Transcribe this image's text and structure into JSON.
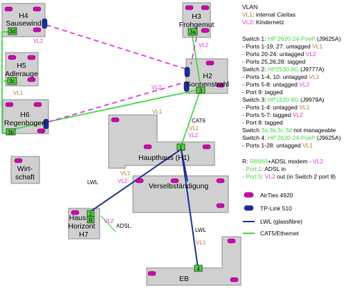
{
  "colors": {
    "building_fill": "#d0d0d0",
    "building_stroke": "#8a8a8a",
    "switch_green": "#4cd93a",
    "vl1": "#b07a28",
    "vl2": "#e033e0",
    "airties": "#d600b4",
    "tplink": "#1a2f9c",
    "lwl": "#1a2f9c",
    "cat5": "#3fd93f"
  },
  "buildings": {
    "h4": {
      "name": "H4",
      "sub": "Sausewind"
    },
    "h3": {
      "name": "H3",
      "sub": "Frohgemut"
    },
    "h5": {
      "name": "H5",
      "sub": "Adlerauge"
    },
    "h2": {
      "name": "H2",
      "sub": "Sonnenstrahl"
    },
    "h6": {
      "name": "H6",
      "sub": "Regenbogen"
    },
    "wirtschaft": {
      "l1": "Wirt-",
      "l2": "schaft"
    },
    "haupthaus": {
      "name": "Haupthaus (H1)"
    },
    "verselb": {
      "name": "Verselbständigung"
    },
    "h7": {
      "l1": "Haus",
      "l2": "Horizont",
      "l3": "H7"
    },
    "eb": {
      "name": "EB"
    }
  },
  "switches": {
    "s1": "1",
    "s2": "2",
    "s3": "3",
    "s4": "4",
    "s3a": "3a",
    "s3b": "3b",
    "s3c": "3c",
    "s3d": "3d",
    "r": "R"
  },
  "link_labels": {
    "vl1": "VL1",
    "vl2": "VL2",
    "cat6": "CAT6",
    "lwl": "LWL",
    "adsl": "ADSL"
  },
  "legend": {
    "vlan_title": "VLAN",
    "vl1_tag": "VL1",
    "vl1_desc": ": internal Caritas",
    "vl2_tag": "VL2",
    "vl2_desc": ": Kindernetz",
    "switch1": {
      "title": "Switch 1: ",
      "model": "HP 2620-24-PoeP",
      "code": " (J9625A)"
    },
    "s1_p1": "- Ports 1-19, 27: untagged ",
    "s1_p2": "- Ports 20-24: untagged ",
    "s1_p3": "- Ports 25,26,28: tagged",
    "switch2": {
      "title": "Switch 2: ",
      "model": "HP2530-8G",
      "code": " (J9777A)"
    },
    "s2_p1": "- Ports 1-4, 10: untagged ",
    "s2_p2": "- Ports 5-8: untagged ",
    "s2_p3": "- Port 9: tagged",
    "switch3": {
      "title": "Switch 3: ",
      "model": "HP1820-8G",
      "code": " (J9979A)"
    },
    "s3_p1": "- Ports 1-4: untagged ",
    "s3_p2": "- Ports 5-7: tagged ",
    "s3_p3": "- Port 8: tagged",
    "s3_p4a": "Switch ",
    "s3_p4b": "3a,3b,3c,3d",
    "s3_p4c": " not manageable",
    "switch4": {
      "title": "Switch 4: ",
      "model": "HP 2620-24-PoeP",
      "code": " (J9625A)"
    },
    "s4_p1": "- Ports 1-28: untagged ",
    "router_a": "R: ",
    "router_b": "RB960",
    "router_c": "+ADSL modem - ",
    "router_p1a": "- Port 1",
    "router_p1b": ": ADSL in",
    "router_p5a": "- Port 5",
    "router_p5b": ": ",
    "router_p5c": " out (in Switch 2 port 8)",
    "key_airties": "AirTies 4920",
    "key_tplink": "TP-Link 510",
    "key_lwl": "LWL (glassfibre)",
    "key_cat5": "CAT5/Ethernet"
  }
}
